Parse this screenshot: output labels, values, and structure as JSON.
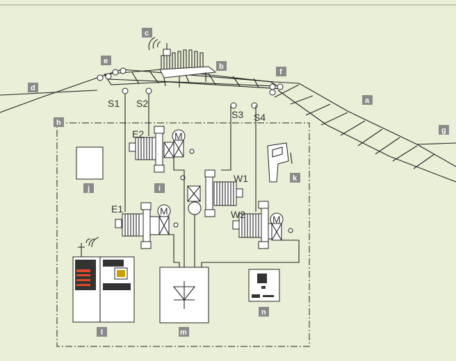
{
  "colors": {
    "background": "#eaf0d7",
    "letter_tag": "#8a8a8a",
    "line": "#222222",
    "callsign_text": "#333333"
  },
  "letter_tags": {
    "a": "a",
    "b": "b",
    "c": "c",
    "d": "d",
    "e": "e",
    "f": "f",
    "g": "g",
    "h": "h",
    "i": "i",
    "j": "j",
    "k": "k",
    "l": "l",
    "m": "m",
    "n": "n"
  },
  "sheaves": {
    "s1": "S1",
    "s2": "S2",
    "s3": "S3",
    "s4": "S4"
  },
  "winches": {
    "e1": "E1",
    "e2": "E2",
    "w1": "W1",
    "w2": "W2"
  },
  "motor_symbol": "M",
  "icons": [
    "antenna-icon",
    "motor-icon",
    "rectifier-icon",
    "telephone-icon",
    "control-cabinet-icon",
    "control-panel-icon",
    "gate-structure-icon"
  ]
}
